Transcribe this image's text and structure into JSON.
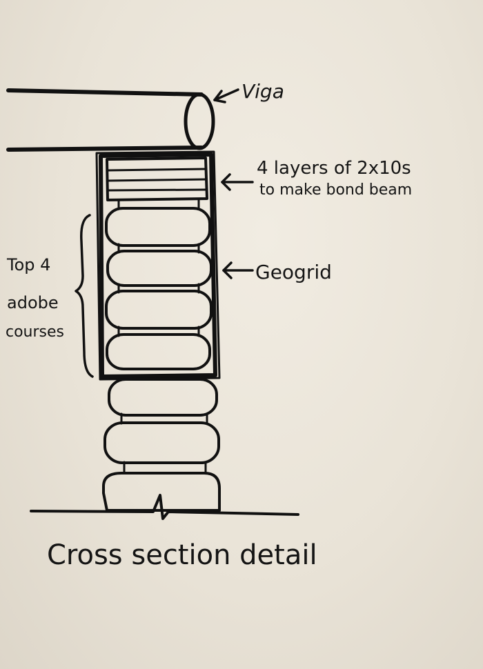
{
  "labels": {
    "viga": "Viga",
    "bond_beam_line1": "4 layers of 2x10s",
    "bond_beam_line2": "to make bond beam",
    "geogrid": "Geogrid",
    "courses_line1": "Top 4",
    "courses_line2": "adobe",
    "courses_line3": "courses",
    "caption": "Cross section detail"
  },
  "icons": {
    "arrows": "left-arrow-icon",
    "brace": "curly-brace-icon"
  },
  "colors": {
    "ink": "#111111",
    "paper": "#ebe6db"
  }
}
